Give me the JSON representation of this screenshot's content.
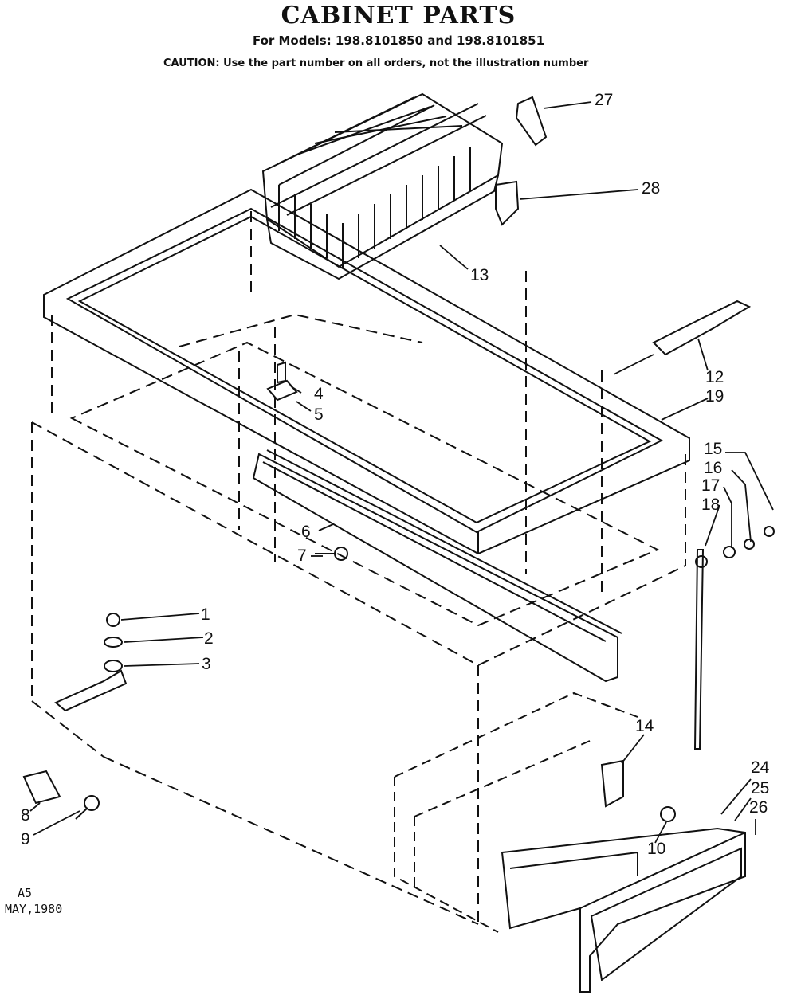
{
  "header": {
    "title": "CABINET PARTS",
    "models": "For Models: 198.8101850 and 198.8101851",
    "caution": "CAUTION: Use the part number on all orders, not the illustration number"
  },
  "footer": {
    "code": "A5",
    "date": "MAY,1980"
  },
  "callouts": [
    {
      "id": "c1",
      "label": "1"
    },
    {
      "id": "c2",
      "label": "2"
    },
    {
      "id": "c3",
      "label": "3"
    },
    {
      "id": "c4",
      "label": "4"
    },
    {
      "id": "c5",
      "label": "5"
    },
    {
      "id": "c6",
      "label": "6"
    },
    {
      "id": "c7",
      "label": "7"
    },
    {
      "id": "c8",
      "label": "8"
    },
    {
      "id": "c9",
      "label": "9"
    },
    {
      "id": "c10",
      "label": "10"
    },
    {
      "id": "c12",
      "label": "12"
    },
    {
      "id": "c13",
      "label": "13"
    },
    {
      "id": "c14",
      "label": "14"
    },
    {
      "id": "c15",
      "label": "15"
    },
    {
      "id": "c16",
      "label": "16"
    },
    {
      "id": "c17",
      "label": "17"
    },
    {
      "id": "c18",
      "label": "18"
    },
    {
      "id": "c19",
      "label": "19"
    },
    {
      "id": "c24",
      "label": "24"
    },
    {
      "id": "c25",
      "label": "25"
    },
    {
      "id": "c26",
      "label": "26"
    },
    {
      "id": "c27",
      "label": "27"
    },
    {
      "id": "c28",
      "label": "28"
    }
  ]
}
